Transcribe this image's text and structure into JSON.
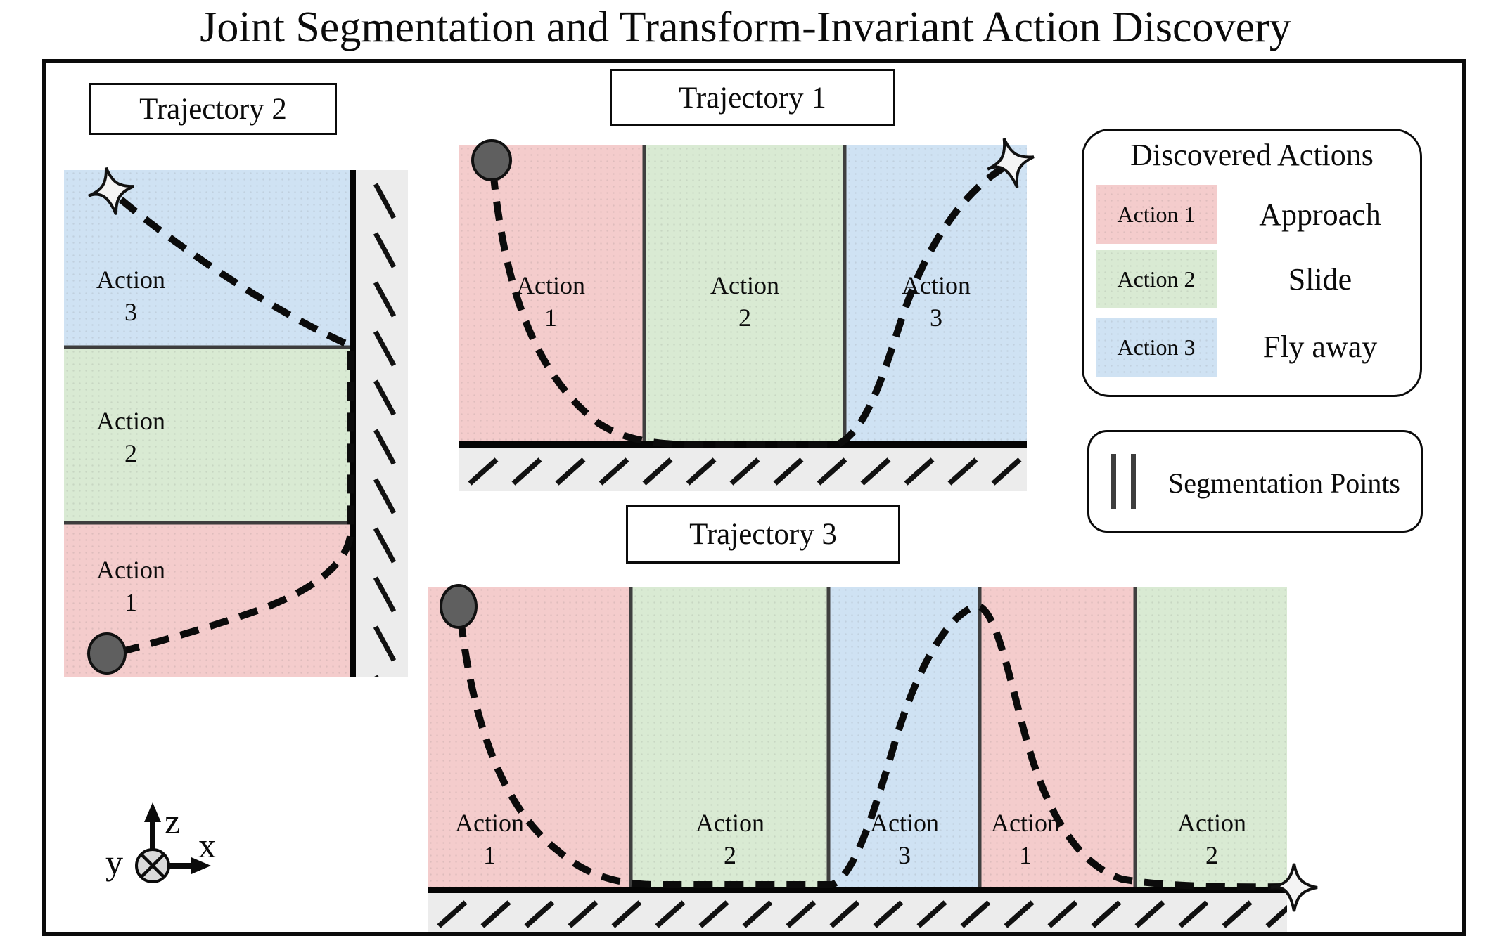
{
  "figure_title": "Joint Segmentation and Transform-Invariant Action Discovery",
  "panels": {
    "trajectory2": {
      "title": "Trajectory 2",
      "regions": [
        {
          "line1": "Action",
          "line2": "3"
        },
        {
          "line1": "Action",
          "line2": "2"
        },
        {
          "line1": "Action",
          "line2": "1"
        }
      ]
    },
    "trajectory1": {
      "title": "Trajectory 1",
      "regions": [
        {
          "line1": "Action",
          "line2": "1"
        },
        {
          "line1": "Action",
          "line2": "2"
        },
        {
          "line1": "Action",
          "line2": "3"
        }
      ]
    },
    "trajectory3": {
      "title": "Trajectory 3",
      "regions": [
        {
          "line1": "Action",
          "line2": "1"
        },
        {
          "line1": "Action",
          "line2": "2"
        },
        {
          "line1": "Action",
          "line2": "3"
        },
        {
          "line1": "Action",
          "line2": "1"
        },
        {
          "line1": "Action",
          "line2": "2"
        }
      ]
    }
  },
  "legend": {
    "title": "Discovered Actions",
    "entries": [
      {
        "label": "Action 1",
        "meaning": "Approach",
        "color": "#f4cccc"
      },
      {
        "label": "Action 2",
        "meaning": "Slide",
        "color": "#d9ead3"
      },
      {
        "label": "Action 3",
        "meaning": "Fly away",
        "color": "#cfe2f3"
      }
    ]
  },
  "segmentation_legend": {
    "label": "Segmentation Points"
  },
  "axes": {
    "x_label": "x",
    "y_label": "y",
    "z_label": "z"
  },
  "markers": {
    "start_marker": "filled-circle",
    "end_marker": "four-pointed-star"
  },
  "colors": {
    "action1": "#f4cccc",
    "action2": "#d9ead3",
    "action3": "#cfe2f3",
    "ground": "#ececec",
    "divider": "#3f3f3f",
    "trajectory": "#0b0b0b"
  }
}
